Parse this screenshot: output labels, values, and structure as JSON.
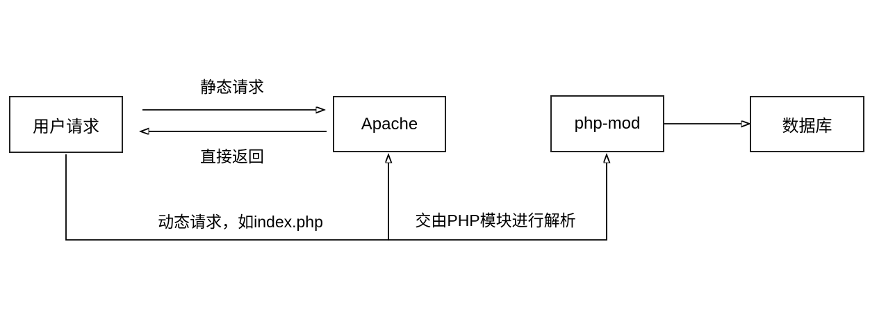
{
  "diagram": {
    "background_color": "#ffffff",
    "stroke_color": "#000000",
    "text_color": "#000000",
    "nodes": [
      {
        "id": "user-request",
        "label": "用户请求"
      },
      {
        "id": "apache",
        "label": "Apache"
      },
      {
        "id": "php-mod",
        "label": "php-mod"
      },
      {
        "id": "database",
        "label": "数据库"
      }
    ],
    "edges": [
      {
        "id": "static-request",
        "from": "用户请求",
        "to": "Apache",
        "label": "静态请求"
      },
      {
        "id": "direct-return",
        "from": "Apache",
        "to": "用户请求",
        "label": "直接返回"
      },
      {
        "id": "dynamic-request",
        "from": "用户请求",
        "to": "Apache",
        "label": "动态请求，如index.php"
      },
      {
        "id": "php-parse",
        "from": "Apache",
        "to": "php-mod",
        "label": "交由PHP模块进行解析"
      },
      {
        "id": "php-to-database",
        "from": "php-mod",
        "to": "数据库",
        "label": ""
      }
    ]
  }
}
